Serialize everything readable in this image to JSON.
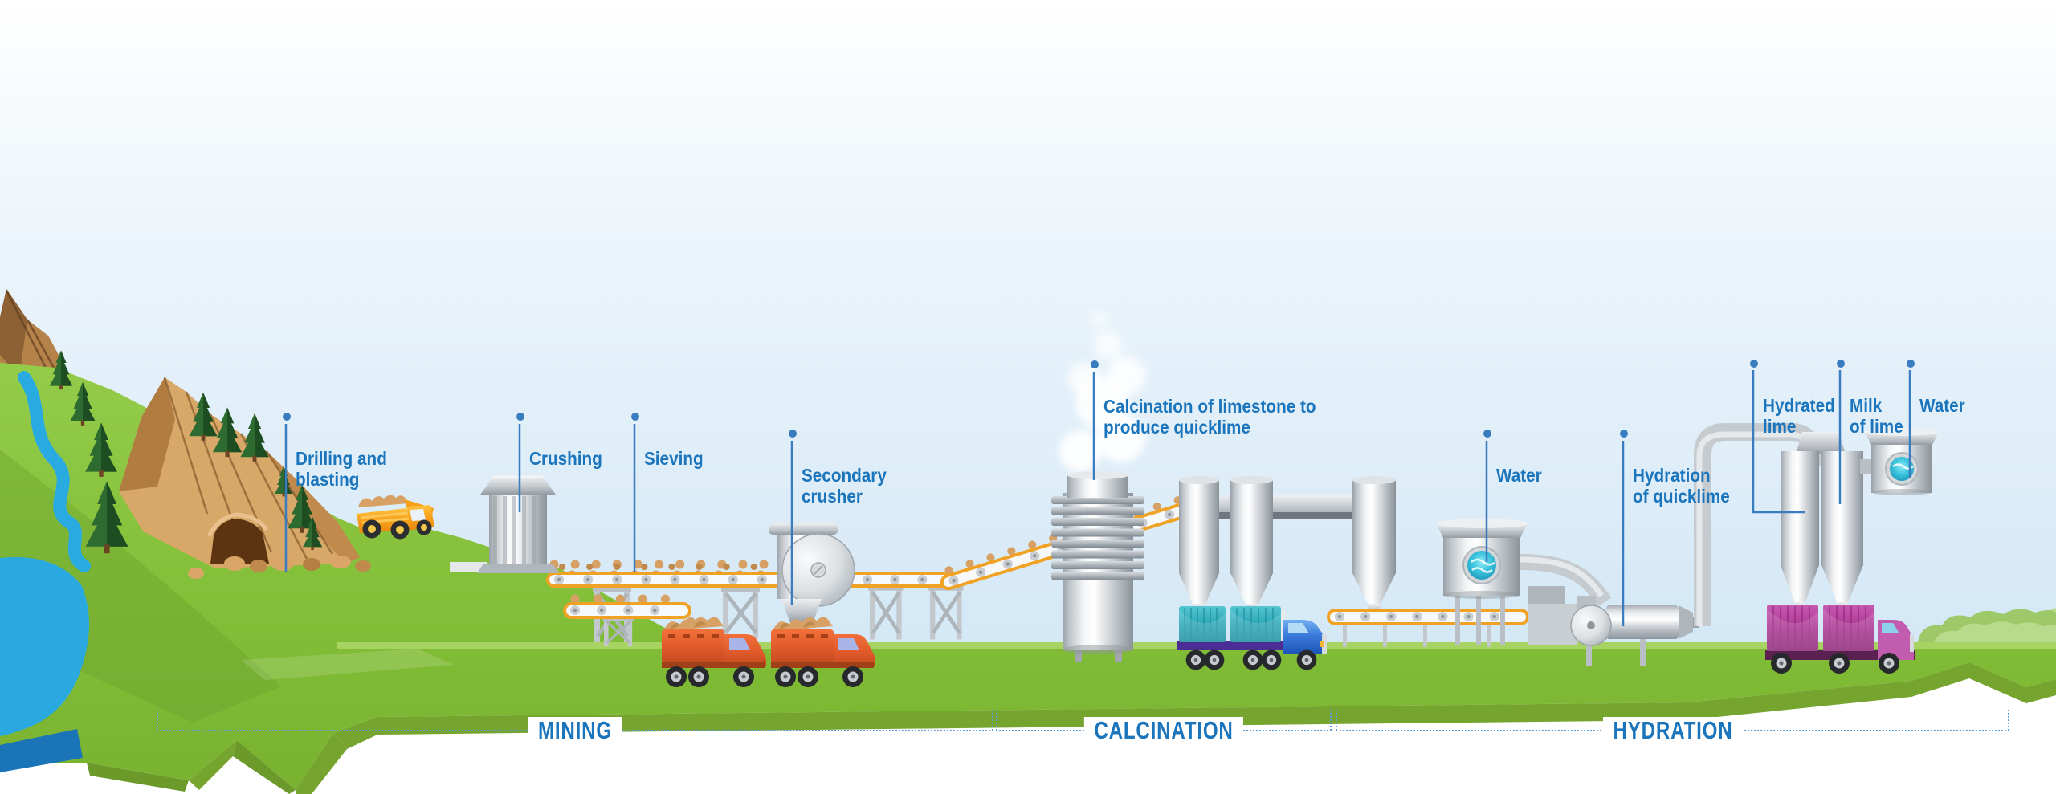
{
  "callouts": [
    {
      "id": "drilling-blasting",
      "text": "Drilling and\nblasting"
    },
    {
      "id": "crushing",
      "text": "Crushing"
    },
    {
      "id": "sieving",
      "text": "Sieving"
    },
    {
      "id": "secondary-crusher",
      "text": "Secondary\ncrusher"
    },
    {
      "id": "calcination-quicklime",
      "text": "Calcination of limestone to\nproduce quicklime"
    },
    {
      "id": "water-hydration-tank",
      "text": "Water"
    },
    {
      "id": "hydration-of-quicklime",
      "text": "Hydration\nof quicklime"
    },
    {
      "id": "hydrated-lime",
      "text": "Hydrated\nlime"
    },
    {
      "id": "milk-of-lime",
      "text": "Milk\nof lime"
    },
    {
      "id": "water-small-tank",
      "text": "Water"
    }
  ],
  "sections": [
    {
      "label": "MINING"
    },
    {
      "label": "CALCINATION"
    },
    {
      "label": "HYDRATION"
    }
  ],
  "colors": {
    "accent_blue": "#1B75BC",
    "leader_blue": "#3A7CC0",
    "bracket_blue": "#5C9BD5",
    "sky": "#D4E8F6",
    "grass": "#82BE37",
    "water": "#29ABE2",
    "mountain_tan": "#D8A868",
    "machinery_gray": "#C5CACF",
    "conveyor_orange": "#F0A224",
    "truck_red": "#E05A2B",
    "truck_teal": "#2BA7B6",
    "truck_magenta": "#AC3793",
    "truck_yellow": "#F7A01B"
  }
}
